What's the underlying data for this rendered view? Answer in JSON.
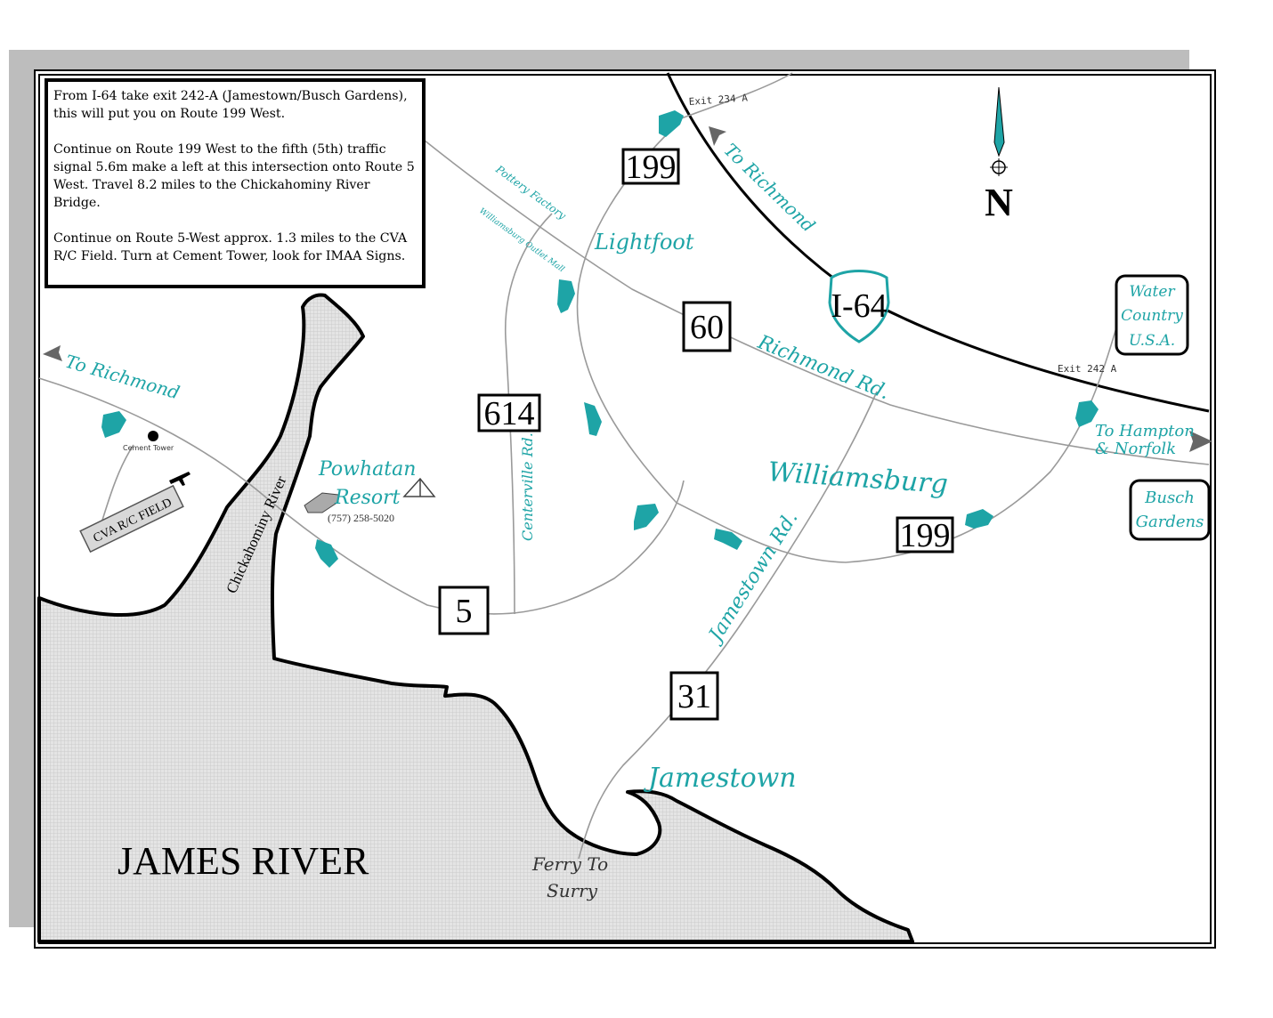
{
  "directions": {
    "para1": "From I-64 take exit 242-A (Jamestown/Busch Gardens), this will put you on Route 199 West.",
    "para2": "Continue on Route 199 West to the fifth (5th) traffic signal 5.6m make a left at this intersection onto Route 5 West. Travel 8.2 miles to the Chickahominy River Bridge.",
    "para3": "Continue on Route 5-West approx. 1.3 miles to the CVA R/C Field. Turn at Cement Tower, look for IMAA Signs."
  },
  "compass": {
    "label": "N"
  },
  "routes": {
    "r199_north": "199",
    "r199_south": "199",
    "r60": "60",
    "r614": "614",
    "r5": "5",
    "r31": "31",
    "i64": "I-64"
  },
  "labels": {
    "to_richmond_ne": "To Richmond",
    "to_richmond_w": "To Richmond",
    "exit_234": "Exit 234 A",
    "exit_242": "Exit 242 A",
    "lightfoot": "Lightfoot",
    "pottery_factory": "Pottery Factory",
    "outlet_mall": "Williamsburg Outlet Mall",
    "richmond_rd": "Richmond Rd.",
    "williamsburg": "Williamsburg",
    "centerville_rd": "Centerville Rd.",
    "jamestown_rd": "Jamestown Rd.",
    "jamestown": "Jamestown",
    "powhatan": "Powhatan",
    "resort": "Resort",
    "resort_phone": "(757) 258-5020",
    "chickahominy": "Chickahominy River",
    "cva_field": "CVA R/C FIELD",
    "cement_tower": "Cement Tower",
    "james_river": "JAMES RIVER",
    "ferry": "Ferry To",
    "surry": "Surry",
    "to_hampton": "To Hampton",
    "norfolk": "& Norfolk",
    "water_country_1": "Water",
    "water_country_2": "Country",
    "water_country_3": "U.S.A.",
    "busch_1": "Busch",
    "busch_2": "Gardens"
  },
  "colors": {
    "accent": "#1ea4a6",
    "water": "#d8d8d8",
    "shadow": "#bdbdbd"
  }
}
